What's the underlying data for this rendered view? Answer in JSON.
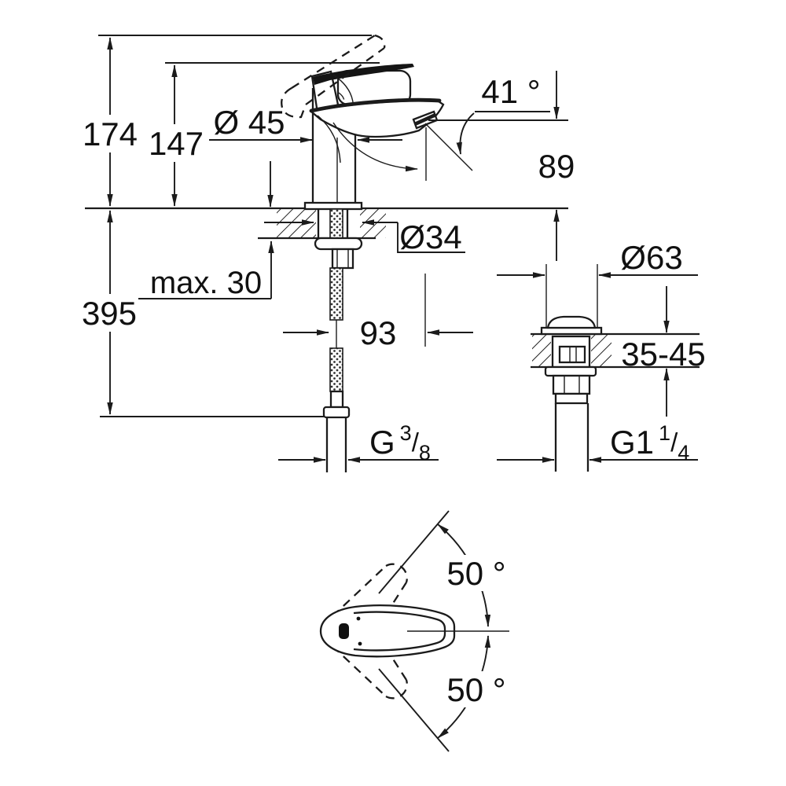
{
  "colors": {
    "line": "#1b1b1b",
    "text": "#111111",
    "background": "#ffffff"
  },
  "labels": {
    "total_height": "174",
    "lever_height": "147",
    "body_diameter": "Ø 45",
    "spout_angle": "41 °",
    "outlet_height": "89",
    "shank_diameter": "Ø34",
    "max_deck_thickness": "max. 30",
    "hose_drop": "395",
    "spout_reach": "93",
    "flange_diameter": "Ø63",
    "drain_deck_thickness": "35-45",
    "handle_swing_up": "50 °",
    "handle_swing_down": "50 °",
    "supply_thread": {
      "prefix": "G",
      "numerator": "3",
      "slash": "/",
      "denominator": "8"
    },
    "drain_thread": {
      "prefix": "G1",
      "numerator": "1",
      "slash": "/",
      "denominator": "4"
    }
  }
}
